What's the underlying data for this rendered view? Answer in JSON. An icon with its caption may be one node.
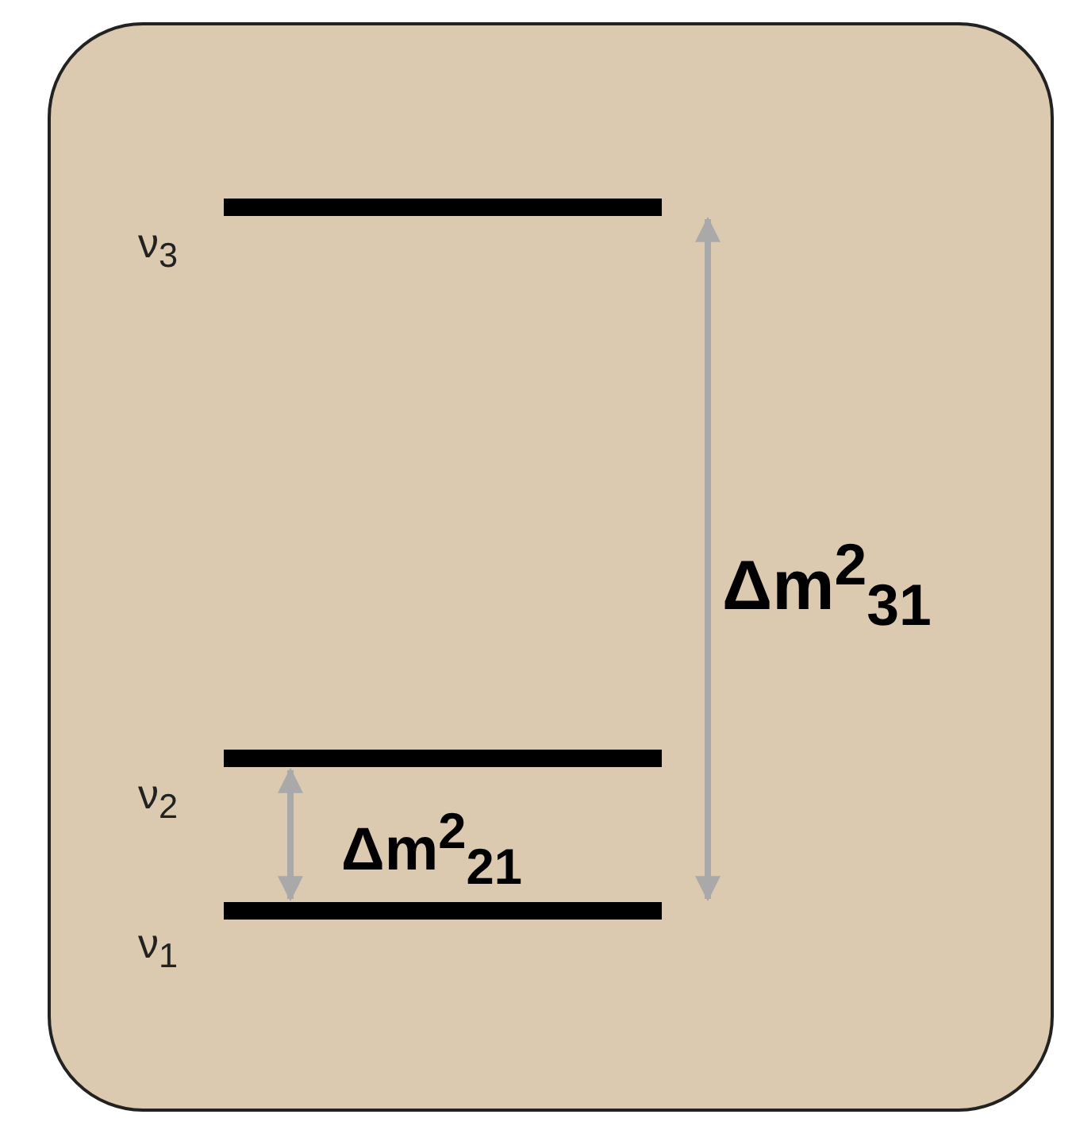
{
  "diagram": {
    "nodes": [
      {
        "text": [],
        "shape": "box"
      },
      {
        "text": [],
        "shape": "bar",
        "in": 0,
        "beside": [
          "ν$_{3}$"
        ]
      },
      {
        "text": [],
        "shape": "bar",
        "in": 0,
        "beside": [
          "ν$_{2}$"
        ]
      },
      {
        "text": [],
        "shape": "bar",
        "in": 0,
        "beside": [
          "ν$_{1}$"
        ]
      }
    ],
    "edges": [
      {
        "from": 1,
        "to": 3,
        "arrow": "both",
        "label": "Δm$^{2}$$_{31}$"
      },
      {
        "from": 2,
        "to": 3,
        "arrow": "both",
        "label": "Δm$^{2}$$_{21}$"
      }
    ]
  }
}
